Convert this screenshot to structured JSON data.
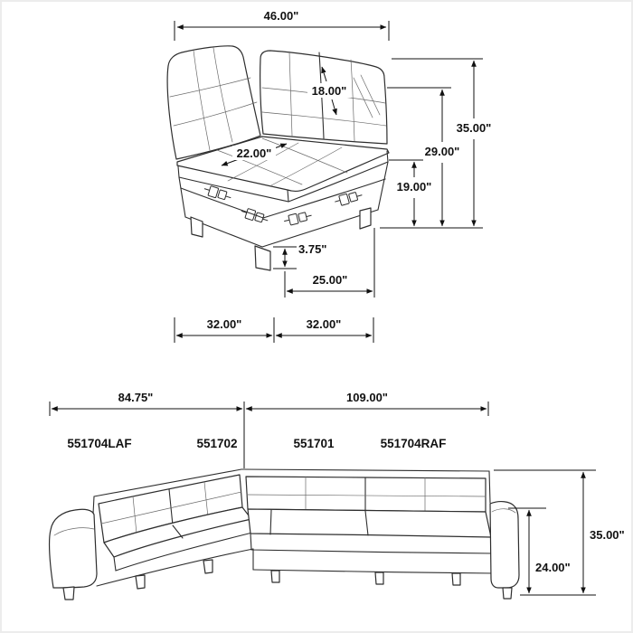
{
  "corner_unit": {
    "dims": {
      "top_width": "46.00\"",
      "back_cushion": "18.00\"",
      "seat_depth": "22.00\"",
      "overall_height": "35.00\"",
      "back_height": "29.00\"",
      "seat_height": "19.00\"",
      "leg_height": "3.75\"",
      "front_base_width": "25.00\"",
      "bottom_left_width": "32.00\"",
      "bottom_right_width": "32.00\""
    }
  },
  "sectional": {
    "dims": {
      "left_width": "84.75\"",
      "right_width": "109.00\"",
      "overall_height": "35.00\"",
      "arm_height": "24.00\""
    },
    "part_labels": [
      "551704LAF",
      "551702",
      "551701",
      "551704RAF"
    ]
  }
}
